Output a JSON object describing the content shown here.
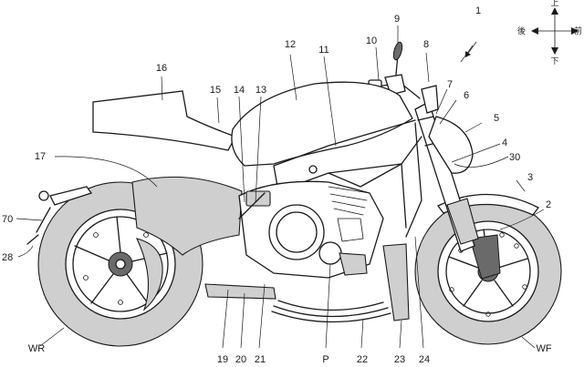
{
  "figure": {
    "ref_main": "1",
    "compass": {
      "up": "上",
      "down": "下",
      "back": "後",
      "front": "前"
    },
    "labels": {
      "l2": "2",
      "l3": "3",
      "l4": "4",
      "l5": "5",
      "l6": "6",
      "l7": "7",
      "l8": "8",
      "l9": "9",
      "l10": "10",
      "l11": "11",
      "l12": "12",
      "l13": "13",
      "l14": "14",
      "l15": "15",
      "l16": "16",
      "l17": "17",
      "l19": "19",
      "l20": "20",
      "l21": "21",
      "l22": "22",
      "l23": "23",
      "l24": "24",
      "l28": "28",
      "l30": "30",
      "l70": "70",
      "lP": "P",
      "lWR": "WR",
      "lWF": "WF"
    }
  }
}
